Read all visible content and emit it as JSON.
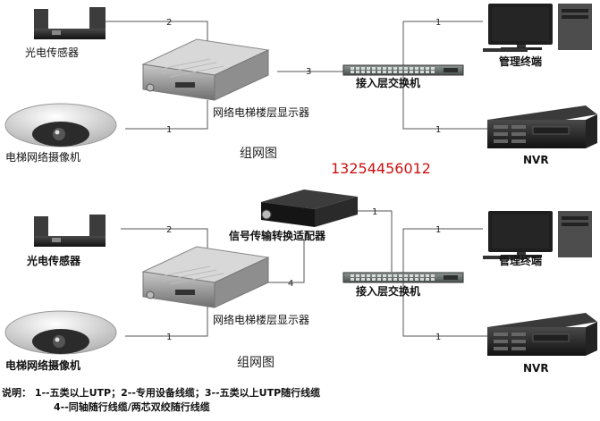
{
  "diagram": {
    "top": {
      "sensor": "光电传感器",
      "camera": "电梯网络摄像机",
      "display": "网络电梯楼层显示器",
      "switch": "接入层交换机",
      "terminal": "管理终端",
      "nvr": "NVR",
      "caption": "组网图",
      "links": {
        "sensor_display": "2",
        "camera_display": "1",
        "display_switch": "3",
        "switch_terminal": "1",
        "switch_nvr": "1"
      }
    },
    "phone": "13254456012",
    "bottom": {
      "sensor": "光电传感器",
      "camera": "电梯网络摄像机",
      "display": "网络电梯楼层显示器",
      "adapter": "信号传输转换适配器",
      "switch": "接入层交换机",
      "terminal": "管理终端",
      "nvr": "NVR",
      "caption": "组网图",
      "links": {
        "sensor_display": "2",
        "camera_display": "1",
        "display_switch": "4",
        "adapter_switch": "1",
        "switch_terminal": "1",
        "switch_nvr": "1"
      }
    },
    "legend": {
      "line1": "说明： 1--五类以上UTP；2--专用设备线缆；3--五类以上UTP随行线缆",
      "line2": "4--同轴随行线缆/两芯双绞随行线缆"
    }
  }
}
